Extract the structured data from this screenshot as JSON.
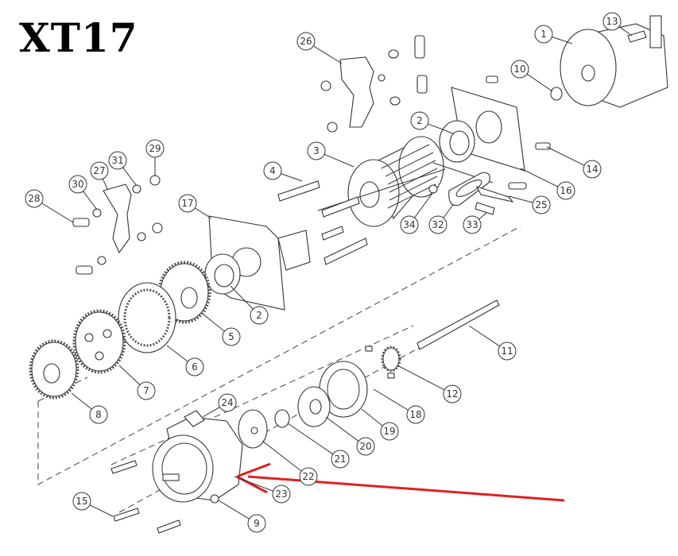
{
  "title": "XT17",
  "callouts": [
    "1",
    "13",
    "26",
    "10",
    "2",
    "3",
    "4",
    "14",
    "16",
    "25",
    "29",
    "31",
    "27",
    "30",
    "28",
    "17",
    "34",
    "32",
    "33",
    "2",
    "5",
    "11",
    "6",
    "12",
    "7",
    "18",
    "8",
    "24",
    "19",
    "20",
    "21",
    "22",
    "23",
    "15",
    "9"
  ],
  "colors": {
    "arrow": "#e02020",
    "line": "#333333"
  }
}
